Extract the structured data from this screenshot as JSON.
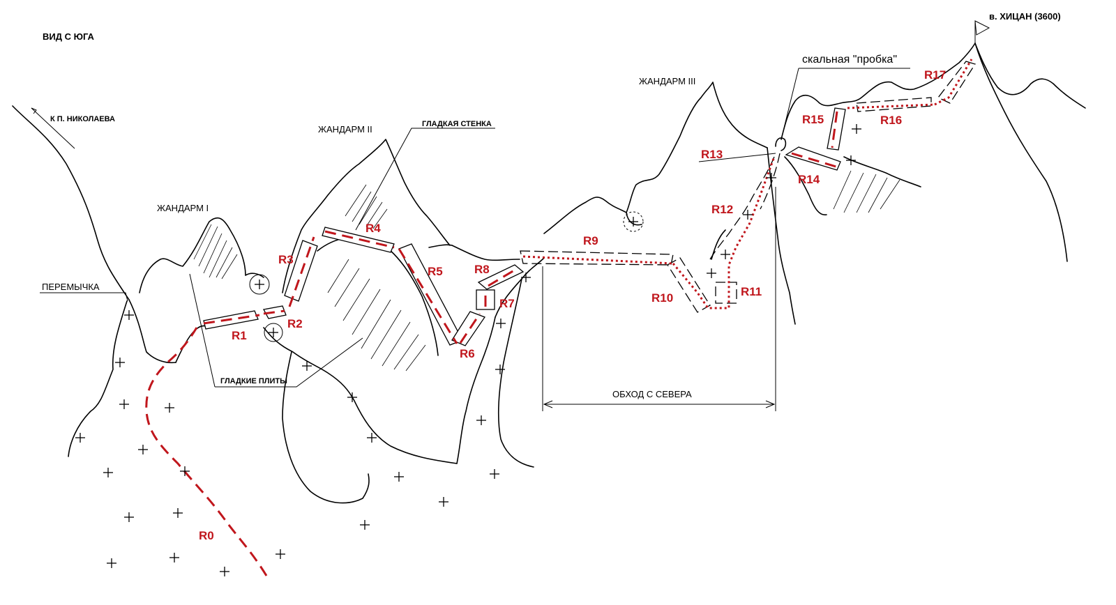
{
  "title": "ВИД С ЮГА",
  "summit": "в. ХИЦАН (3600)",
  "direction": "К П. НИКОЛАЕВА",
  "features": {
    "peremychka": "ПЕРЕМЫЧКА",
    "gendarme1": "ЖАНДАРМ I",
    "gendarme2": "ЖАНДАРМ II",
    "gendarme3": "ЖАНДАРМ III",
    "smooth_wall": "ГЛАДКАЯ СТЕНКА",
    "smooth_slabs": "ГЛАДКИЕ ПЛИТЫ",
    "rock_plug": "скальная \"пробка\"",
    "bypass_north": "ОБХОД С СЕВЕРА"
  },
  "route_sections": [
    "R0",
    "R1",
    "R2",
    "R3",
    "R4",
    "R5",
    "R6",
    "R7",
    "R8",
    "R9",
    "R10",
    "R11",
    "R12",
    "R13",
    "R14",
    "R15",
    "R16",
    "R17"
  ],
  "colors": {
    "route": "#c0161c",
    "ink": "#000000",
    "background": "#ffffff"
  }
}
